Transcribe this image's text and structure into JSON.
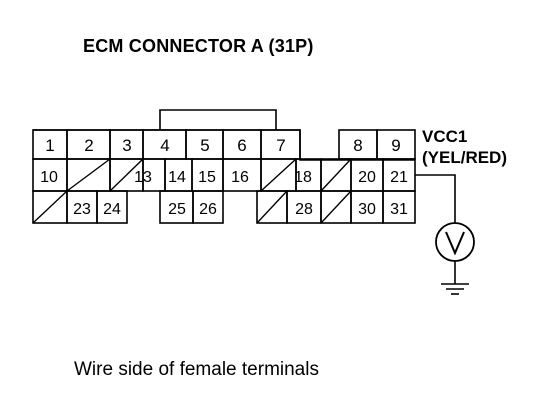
{
  "title": "ECM CONNECTOR A (31P)",
  "caption": "Wire side of female terminals",
  "probe_label_line1": "VCC1",
  "probe_label_line2": "(YEL/RED)",
  "meter_symbol": "V",
  "ground_icon": "ground-symbol",
  "pins": {
    "row1": [
      {
        "id": "p1",
        "label": "1"
      },
      {
        "id": "p2",
        "label": "2"
      },
      {
        "id": "p3",
        "label": "3"
      },
      {
        "id": "p4",
        "label": "4"
      },
      {
        "id": "p5",
        "label": "5"
      },
      {
        "id": "p6",
        "label": "6"
      },
      {
        "id": "p7",
        "label": "7"
      },
      {
        "id": "p8",
        "label": "8"
      },
      {
        "id": "p9",
        "label": "9"
      }
    ],
    "row2": [
      {
        "id": "p10",
        "label": "10"
      },
      {
        "id": "p13",
        "label": "13"
      },
      {
        "id": "p14",
        "label": "14"
      },
      {
        "id": "p15",
        "label": "15"
      },
      {
        "id": "p16",
        "label": "16"
      },
      {
        "id": "p18",
        "label": "18"
      },
      {
        "id": "p20",
        "label": "20"
      },
      {
        "id": "p21",
        "label": "21"
      }
    ],
    "row3": [
      {
        "id": "p23",
        "label": "23"
      },
      {
        "id": "p24",
        "label": "24"
      },
      {
        "id": "p25",
        "label": "25"
      },
      {
        "id": "p26",
        "label": "26"
      },
      {
        "id": "p28",
        "label": "28"
      },
      {
        "id": "p30",
        "label": "30"
      },
      {
        "id": "p31",
        "label": "31"
      }
    ]
  }
}
